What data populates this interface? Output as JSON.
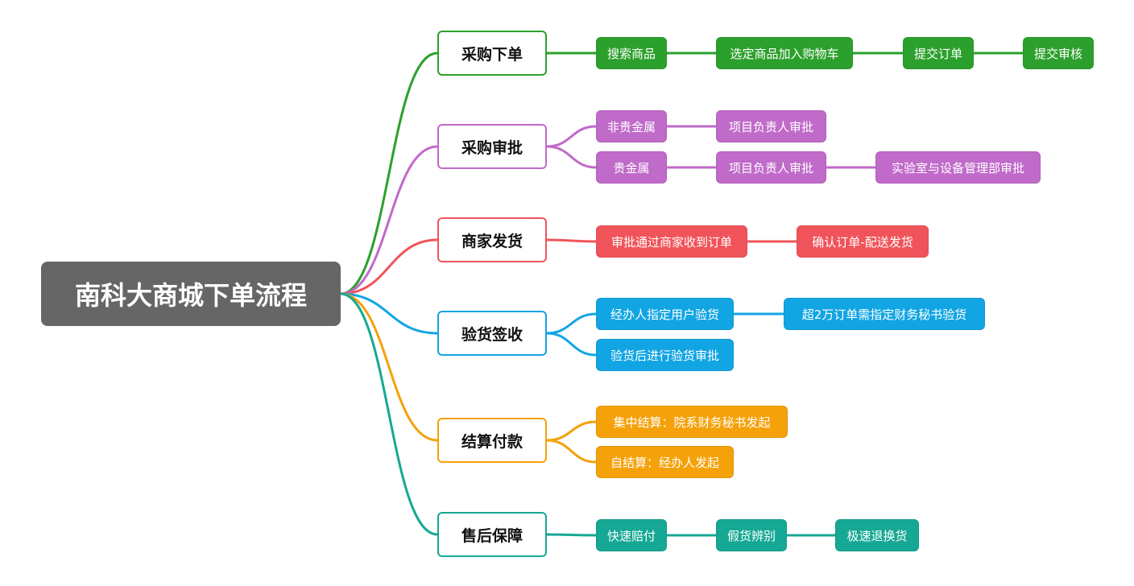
{
  "root": {
    "label": "南科大商城下单流程"
  },
  "branches": [
    {
      "id": "b0",
      "label": "采购下单",
      "color": "#2ca02c",
      "leaves": [
        {
          "id": "l0_0",
          "label": "搜索商品"
        },
        {
          "id": "l0_1",
          "label": "选定商品加入购物车"
        },
        {
          "id": "l0_2",
          "label": "提交订单"
        },
        {
          "id": "l0_3",
          "label": "提交审核"
        }
      ]
    },
    {
      "id": "b1",
      "label": "采购审批",
      "color": "#c06ac9",
      "leaves": [
        {
          "id": "l1_0",
          "label": "非贵金属"
        },
        {
          "id": "l1_1",
          "label": "项目负责人审批"
        },
        {
          "id": "l1_2",
          "label": "贵金属"
        },
        {
          "id": "l1_3",
          "label": "项目负责人审批"
        },
        {
          "id": "l1_4",
          "label": "实验室与设备管理部审批"
        }
      ]
    },
    {
      "id": "b2",
      "label": "商家发货",
      "color": "#f0545a",
      "leaves": [
        {
          "id": "l2_0",
          "label": "审批通过商家收到订单"
        },
        {
          "id": "l2_1",
          "label": "确认订单-配送发货"
        }
      ]
    },
    {
      "id": "b3",
      "label": "验货签收",
      "color": "#12a5e3",
      "leaves": [
        {
          "id": "l3_0",
          "label": "经办人指定用户验货"
        },
        {
          "id": "l3_1",
          "label": "超2万订单需指定财务秘书验货"
        },
        {
          "id": "l3_2",
          "label": "验货后进行验货审批"
        }
      ]
    },
    {
      "id": "b4",
      "label": "结算付款",
      "color": "#f5a10a",
      "leaves": [
        {
          "id": "l4_0",
          "label": "集中结算：院系财务秘书发起"
        },
        {
          "id": "l4_1",
          "label": "自结算：经办人发起"
        }
      ]
    },
    {
      "id": "b5",
      "label": "售后保障",
      "color": "#16a894",
      "leaves": [
        {
          "id": "l5_0",
          "label": "快速赔付"
        },
        {
          "id": "l5_1",
          "label": "假货辨别"
        },
        {
          "id": "l5_2",
          "label": "极速退换货"
        }
      ]
    }
  ]
}
